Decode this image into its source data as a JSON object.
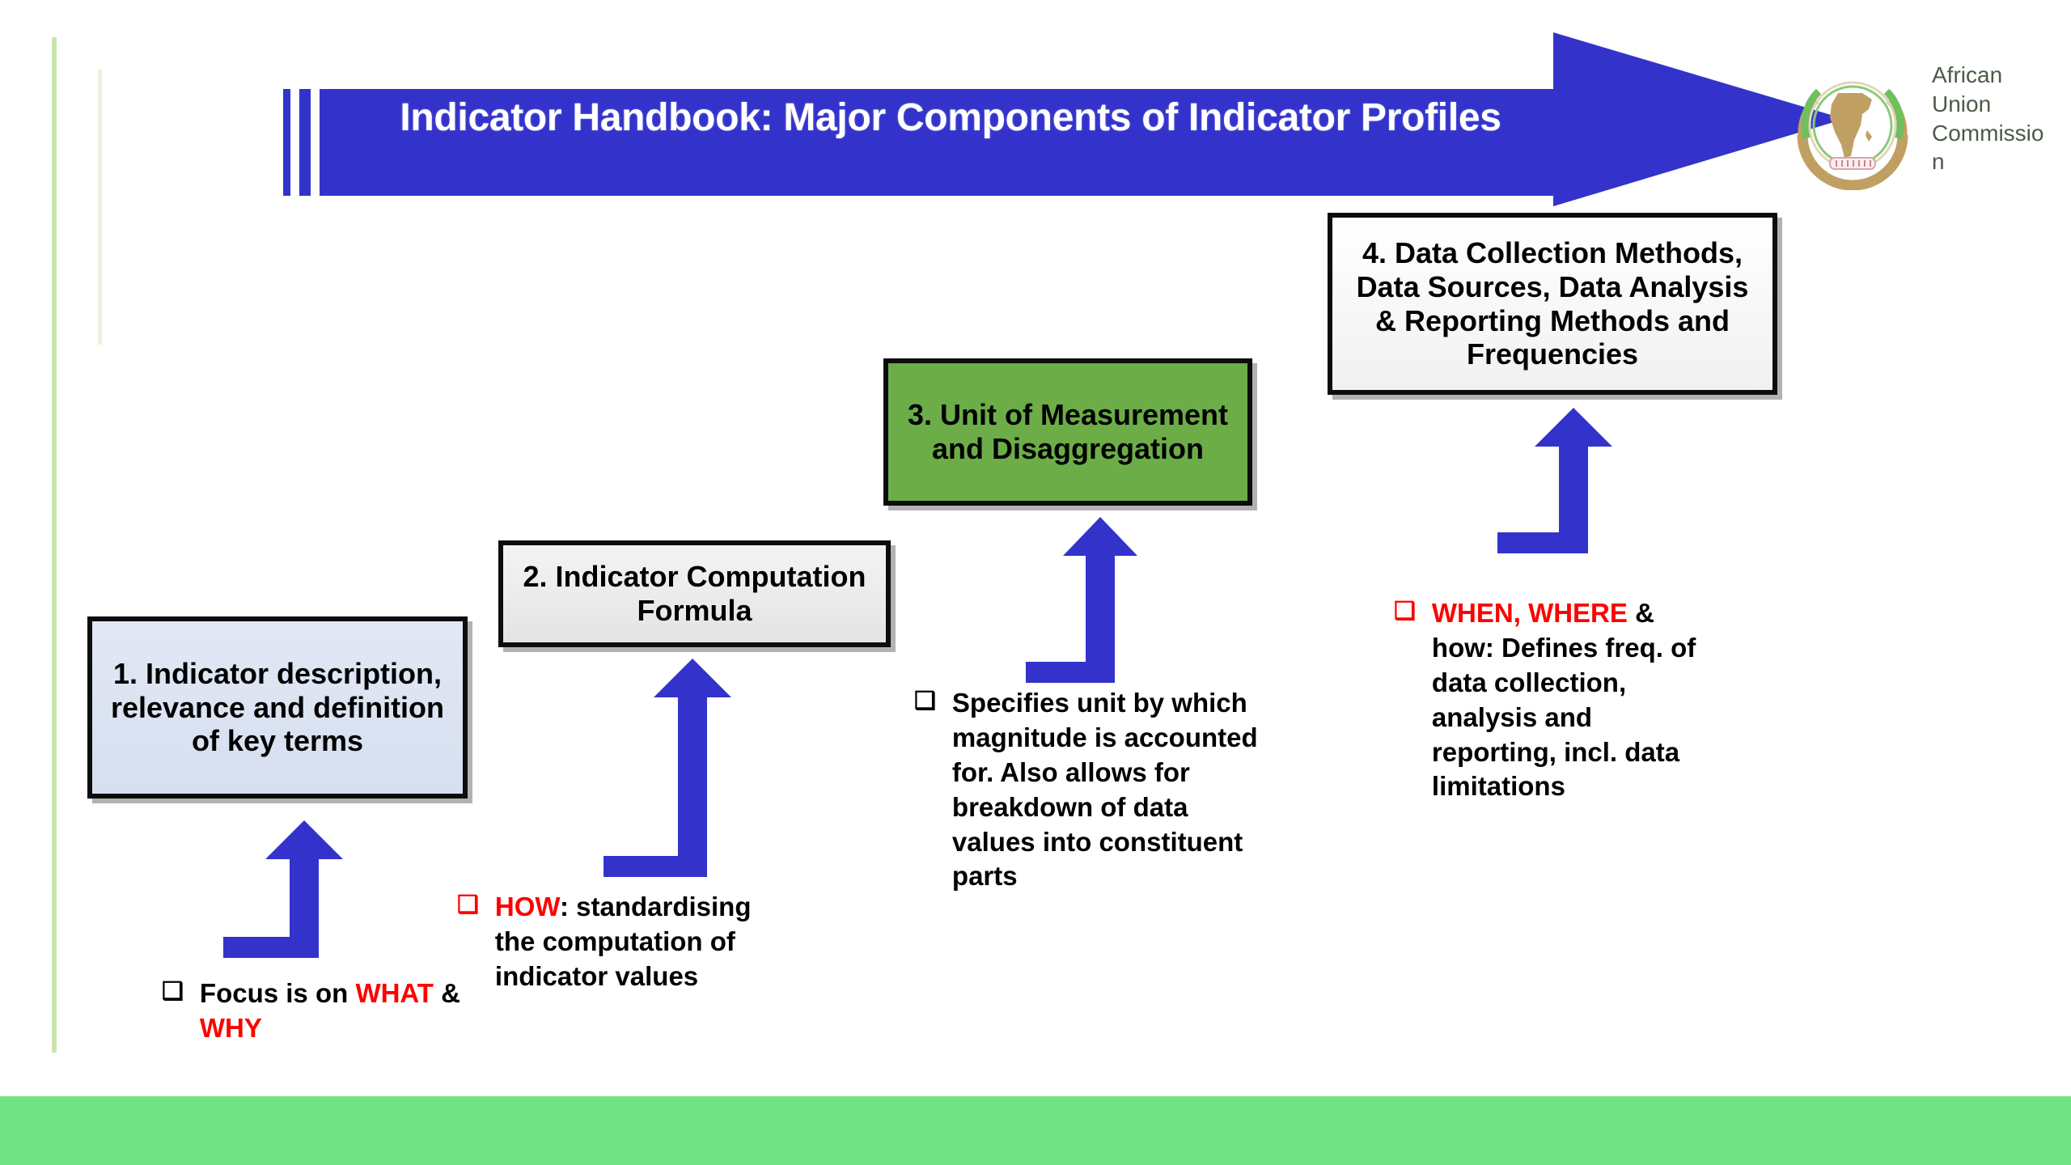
{
  "slide": {
    "title": "Indicator Handbook: Major Components of Indicator Profiles",
    "banner_color": "#3333CC",
    "bottom_bar_color": "#72E485",
    "accent_rule_color": "#C7E6AE"
  },
  "logo": {
    "name": "african-union-commission-logo",
    "line1": "African",
    "line2": "Union",
    "line3": "Commissio",
    "line4": "n",
    "text_color": "#4B5B45",
    "gold": "#C0A062",
    "green": "#6FBF5E"
  },
  "boxes": [
    {
      "id": "box1",
      "label": "1.  Indicator description, relevance and definition of key terms",
      "fill": "#DCE3EF"
    },
    {
      "id": "box2",
      "label": "2.  Indicator Computation Formula",
      "fill": "#EDEDED"
    },
    {
      "id": "box3",
      "label": "3.  Unit of Measurement and Disaggregation",
      "fill": "#6CAD48"
    },
    {
      "id": "box4",
      "label": "4.  Data Collection Methods, Data Sources, Data Analysis & Reporting Methods and Frequencies",
      "fill": "#FFFFFF"
    }
  ],
  "bullets": [
    {
      "id": "bullet1",
      "marker": "❑",
      "marker_color": "black",
      "pre": "Focus is on ",
      "highlight": "WHAT",
      "mid": " & ",
      "highlight2": "WHY",
      "post": ""
    },
    {
      "id": "bullet2",
      "marker": "❑",
      "marker_color": "red",
      "highlight": "HOW",
      "post": ": standardising the computation of indicator values"
    },
    {
      "id": "bullet3",
      "marker": "❑",
      "marker_color": "black",
      "post": "Specifies unit by which magnitude is accounted for. Also allows for breakdown of data values into constituent parts"
    },
    {
      "id": "bullet4",
      "marker": "❑",
      "marker_color": "red",
      "highlight": "WHEN, WHERE",
      "post": " & how: Defines freq. of data collection, analysis and reporting, incl. data limitations"
    }
  ],
  "arrows": {
    "color": "#3333CC",
    "items": [
      {
        "name": "arrow-to-box-1"
      },
      {
        "name": "arrow-to-box-2"
      },
      {
        "name": "arrow-to-box-3"
      },
      {
        "name": "arrow-to-box-4"
      }
    ]
  }
}
